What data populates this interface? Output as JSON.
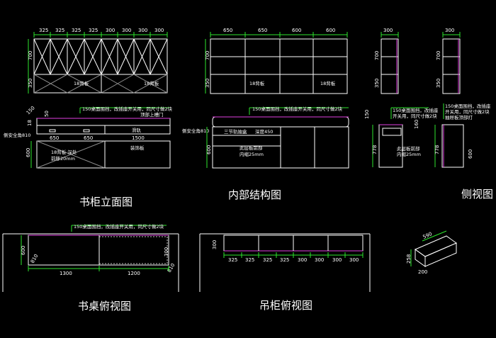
{
  "titles": {
    "bookcase_elevation": "书柜立面图",
    "internal_structure": "内部结构图",
    "side_view": "侧视图",
    "desk_top_view": "书桌俯视图",
    "wall_cabinet_top_view": "吊柜俯视图"
  },
  "elevation": {
    "top_dims": [
      "325",
      "325",
      "325",
      "325",
      "300",
      "300",
      "300",
      "300"
    ],
    "h_700": "700",
    "h_350": "350",
    "back_panel_left": "18背板",
    "back_panel_right": "18背板",
    "note_desktop": "150桌面围挡，改插座开关用，同尺寸做2块",
    "note_top_slot": "顶部上槽门",
    "dim_150": "150",
    "dim_50": "50",
    "dim_18": "18",
    "side_corner": "侧安全角810",
    "drawer_650_a": "650",
    "drawer_650_b": "650",
    "rail_label": "滑轨",
    "dim_1500": "1500",
    "decor_panel": "装饰板",
    "back_note": "18背板 深处",
    "back_note2": "前移20mm",
    "h_600": "600"
  },
  "internal": {
    "top_dims": [
      "650",
      "650",
      "600",
      "600"
    ],
    "h_700": "700",
    "h_350": "350",
    "back_panel_left": "18背板",
    "back_panel_right": "18背板",
    "note_desktop": "150桌面围挡，改插座开关用，同尺寸做2块",
    "side_corner": "侧安全角810",
    "rail_note": "三节轨抽盒",
    "depth_note": "深度450",
    "shelf_note": "此层板前部",
    "shelf_note2": "内缩25mm",
    "h_600": "600"
  },
  "side": {
    "w_300_a": "300",
    "w_300_b": "300",
    "h_700_a": "700",
    "h_700_b": "700",
    "h_350_a": "350",
    "h_350_b": "350",
    "note_a1": "150桌面围挡，改插座",
    "note_a2": "开关用，同尺寸做2块",
    "note_b1": "150桌面围挡，改插座",
    "note_b2": "开关用，同尺寸做2块",
    "note_b3": "抽屉板顶部打",
    "h_778_a": "778",
    "h_778_b": "778",
    "dim_150": "150",
    "dim_160": "160",
    "shelf_note_a": "此层板前部",
    "shelf_note_a2": "内缩25mm",
    "h_600": "600"
  },
  "desk": {
    "note_desktop": "150桌面围挡，改插座开关用，同尺寸做2块",
    "h_600": "600",
    "dim_810": "810",
    "w_1300": "1300",
    "w_1200": "1200",
    "dim_300": "300",
    "dim_810b": "810"
  },
  "wall_cabinet": {
    "h_300": "300",
    "dims": [
      "325",
      "325",
      "325",
      "325",
      "300",
      "300",
      "300",
      "300"
    ]
  },
  "corner_piece": {
    "dim_590": "590",
    "dim_258": "258",
    "dim_200": "200"
  }
}
